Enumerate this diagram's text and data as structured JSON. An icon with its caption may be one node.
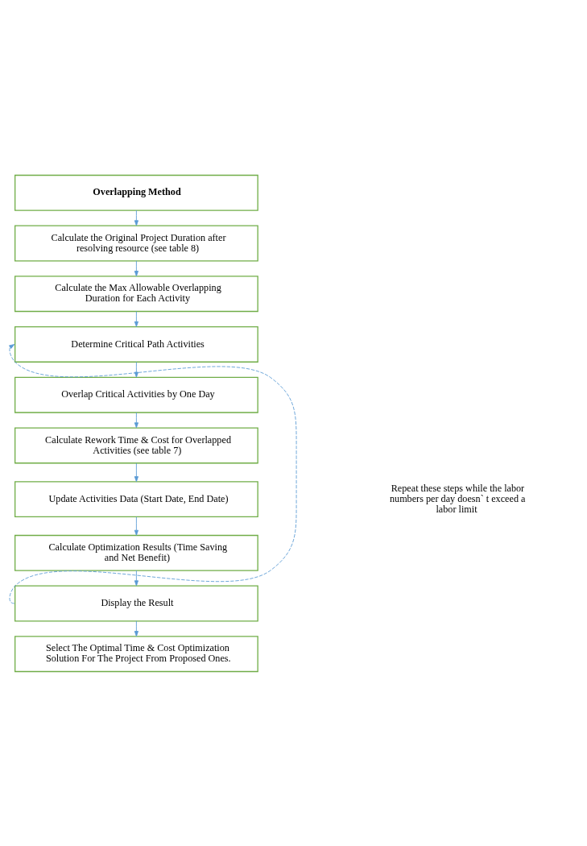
{
  "diagram": {
    "nodes": [
      {
        "text": [
          "Overlapping Method"
        ]
      },
      {
        "text": [
          "Calculate the Original Project Duration after resolving resource (see table 8)"
        ]
      },
      {
        "text": [
          "Calculate the Max Allowable Overlapping Duration for Each Activity"
        ]
      },
      {
        "text": [
          "Determine Critical Path Activities"
        ]
      },
      {
        "text": [
          "Overlap Critical Activities by One Day"
        ]
      },
      {
        "text": [
          "Calculate Rework Time & Cost for Overlapped Activities (see table 7)"
        ]
      },
      {
        "text": [
          "Update Activities Data (Start Date, End Date)"
        ]
      },
      {
        "text": [
          "Calculate Optimization Results (Time Saving and Net Benefit)"
        ]
      },
      {
        "text": [
          "Display the Result"
        ]
      },
      {
        "text": [
          "Select The Optimal Time & Cost Optimization Solution For The Project From Proposed Ones."
        ]
      }
    ],
    "edges": [
      {
        "from": 0,
        "to": 1,
        "arrow": "to"
      },
      {
        "from": 1,
        "to": 2,
        "arrow": "to"
      },
      {
        "from": 2,
        "to": 3,
        "arrow": "to"
      },
      {
        "from": 3,
        "to": 4,
        "arrow": "to"
      },
      {
        "from": 4,
        "to": 5,
        "arrow": "to"
      },
      {
        "from": 5,
        "to": 6,
        "arrow": "to"
      },
      {
        "from": 6,
        "to": 7,
        "arrow": "to"
      },
      {
        "from": 7,
        "to": 8,
        "arrow": "to"
      },
      {
        "from": 8,
        "to": 9,
        "arrow": "to"
      },
      {
        "from": 8,
        "to": 3,
        "arrow": "to",
        "style": "dashed"
      }
    ],
    "labels": [
      "Repeat these steps while the labor numbers per day doesn` t exceed a labor limit"
    ]
  }
}
